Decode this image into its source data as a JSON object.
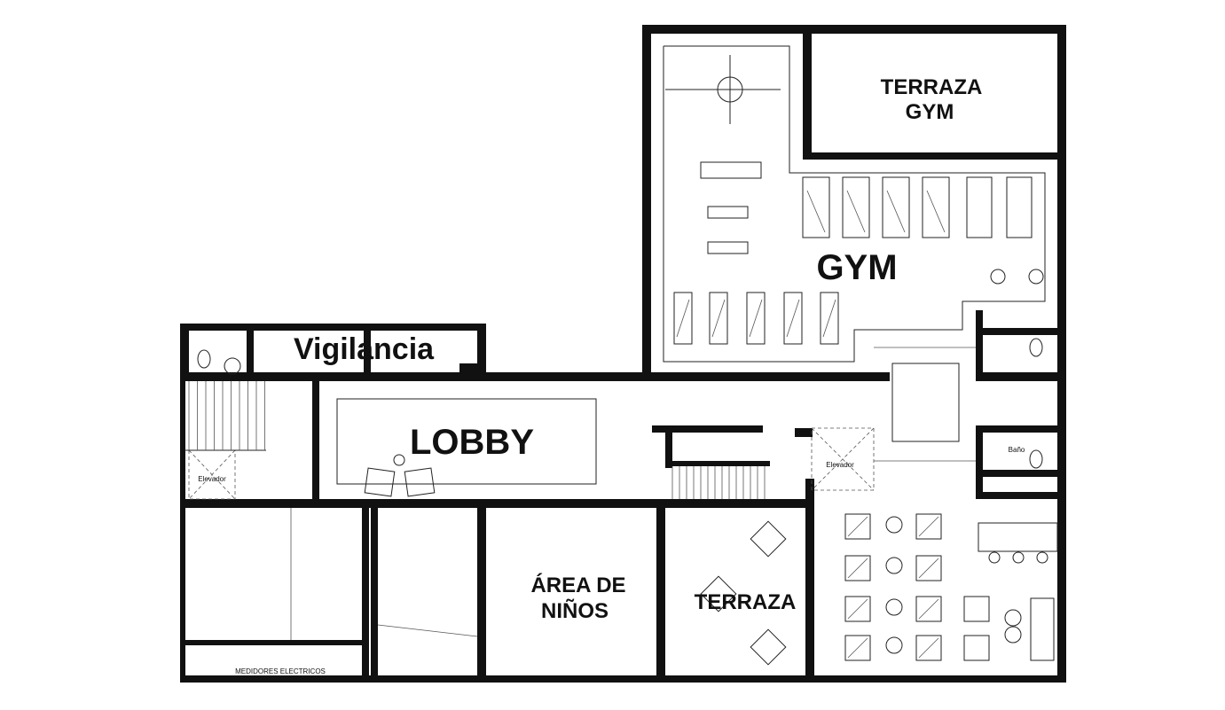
{
  "rooms": {
    "terraza_gym_line1": "TERRAZA",
    "terraza_gym_line2": "GYM",
    "gym": "GYM",
    "vigilancia": "Vigilancia",
    "lobby": "LOBBY",
    "elevador_left": "Elevador",
    "elevador_center": "Elevador",
    "bano": "Baño",
    "area_ninos_line1": "ÁREA DE",
    "area_ninos_line2": "NIÑOS",
    "terraza": "TERRAZA",
    "medidores": "MEDIDORES ELECTRICOS"
  },
  "colors": {
    "wall": "#111111",
    "background": "#ffffff"
  }
}
